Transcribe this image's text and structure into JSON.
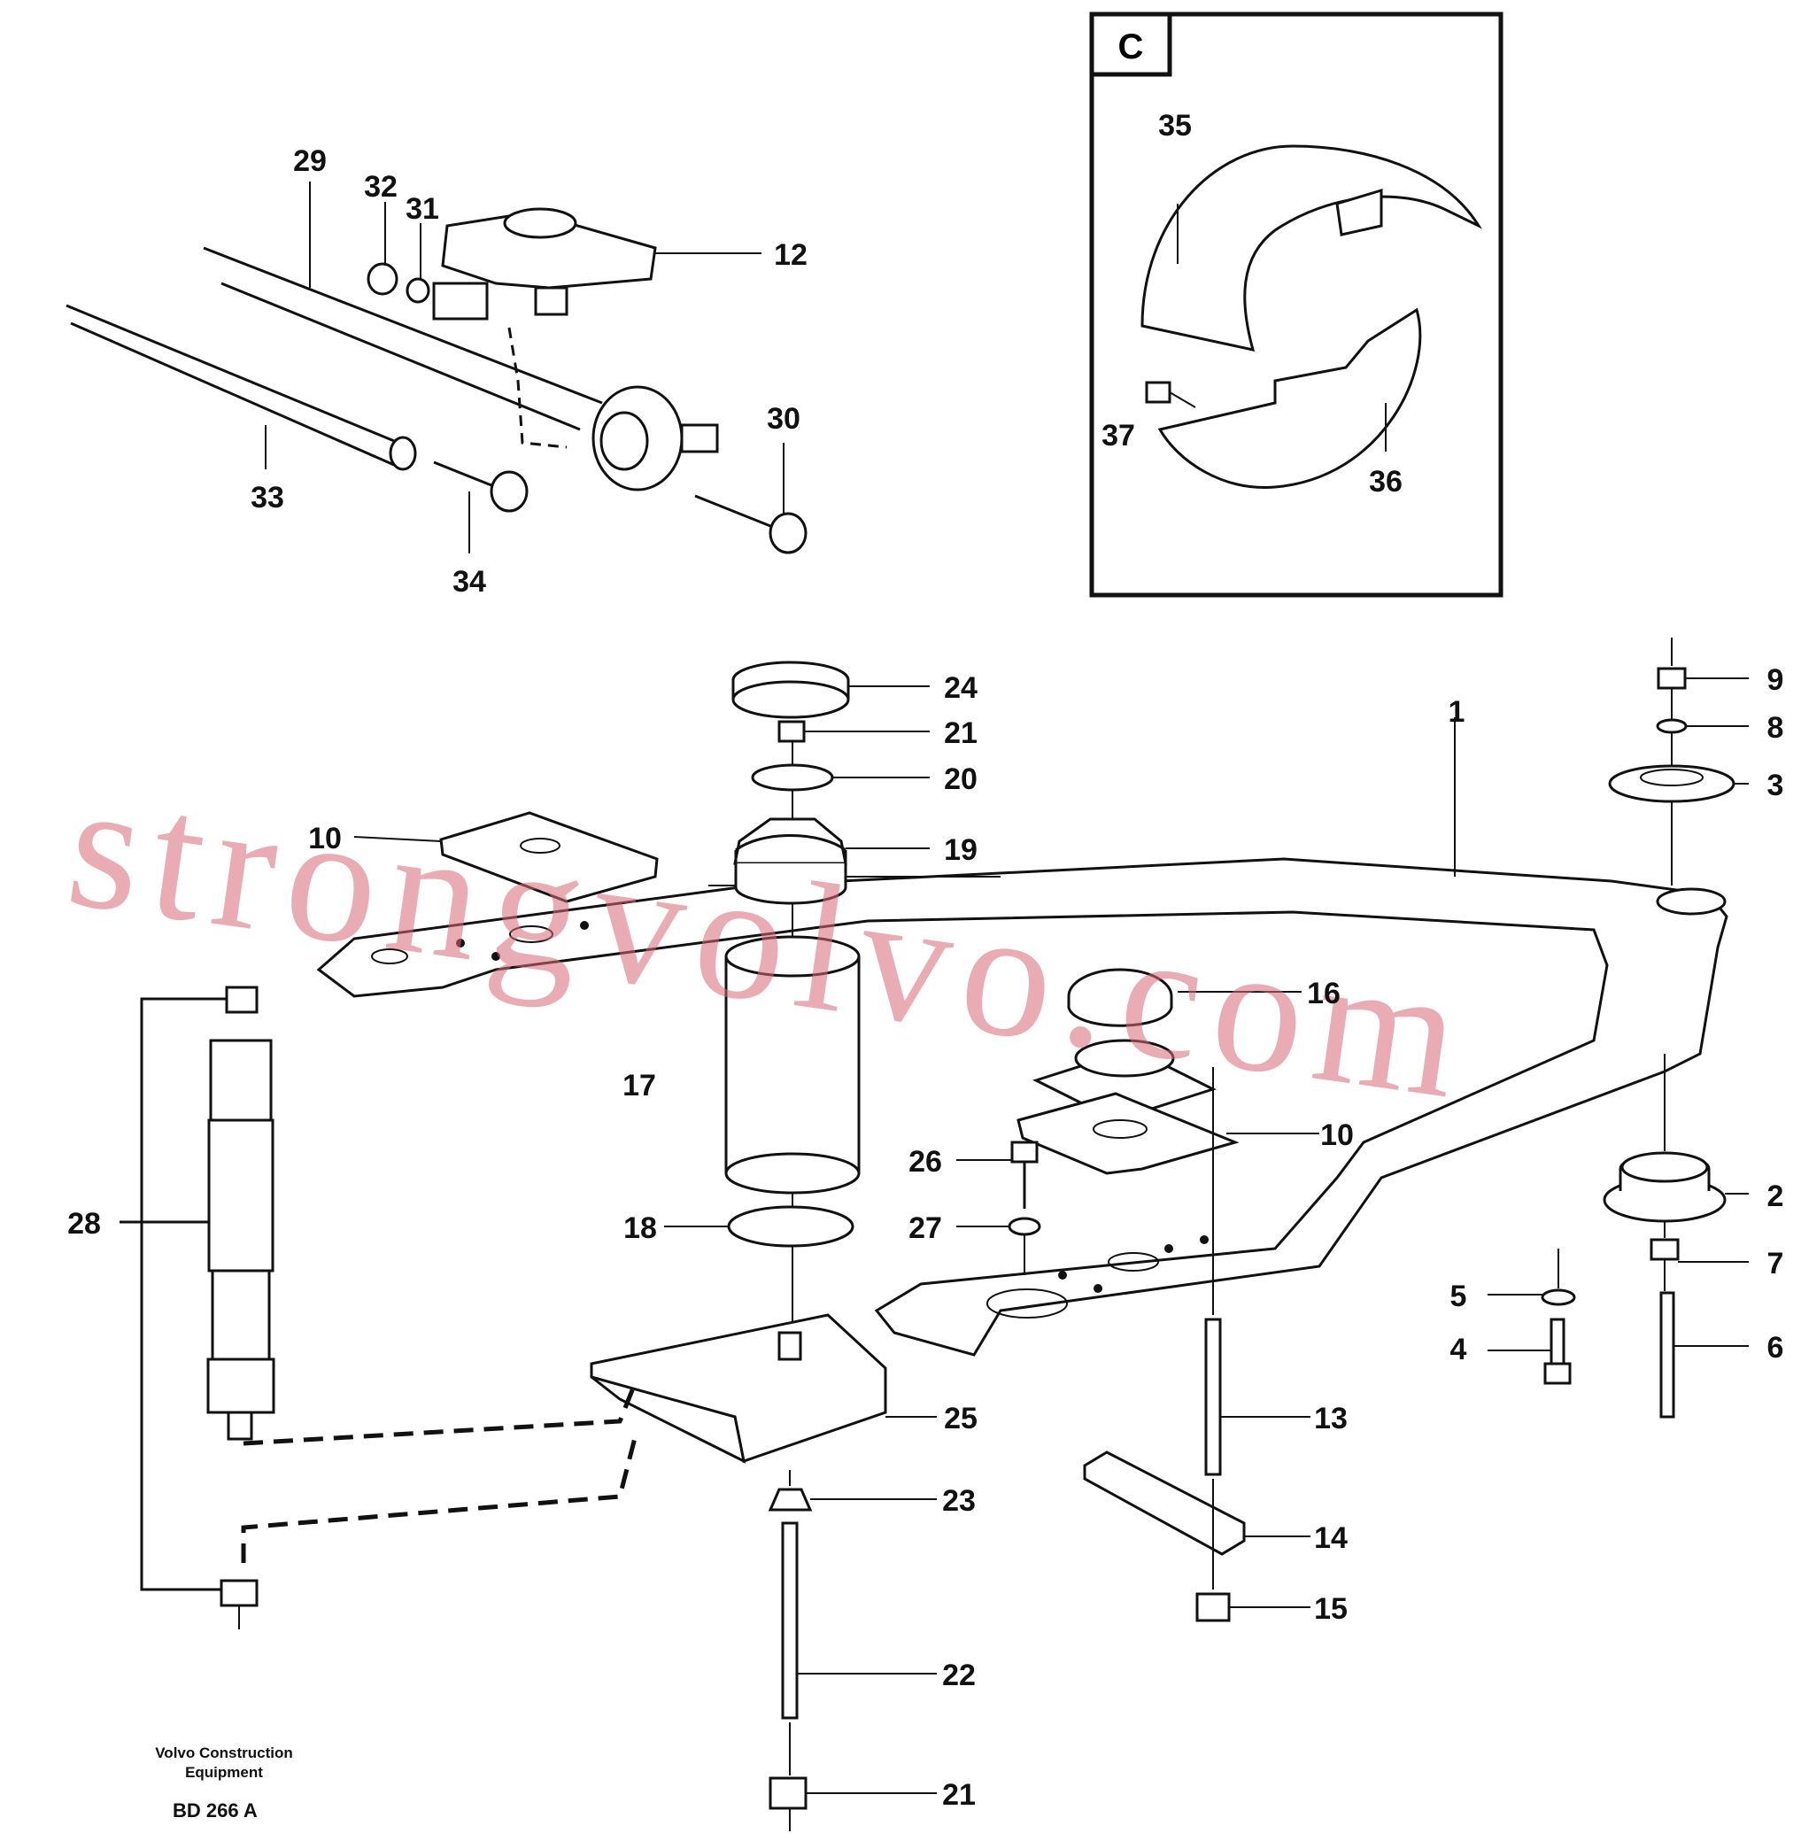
{
  "detail_box": {
    "label": "C"
  },
  "callouts": {
    "c1": "1",
    "c2": "2",
    "c3": "3",
    "c4": "4",
    "c5": "5",
    "c6": "6",
    "c7": "7",
    "c8": "8",
    "c9": "9",
    "c10a": "10",
    "c10b": "10",
    "c12": "12",
    "c13": "13",
    "c14": "14",
    "c15": "15",
    "c16": "16",
    "c17": "17",
    "c18": "18",
    "c19": "19",
    "c20": "20",
    "c21a": "21",
    "c21b": "21",
    "c22": "22",
    "c23": "23",
    "c24": "24",
    "c25": "25",
    "c26": "26",
    "c27": "27",
    "c28": "28",
    "c29": "29",
    "c30": "30",
    "c31": "31",
    "c32": "32",
    "c33": "33",
    "c34": "34",
    "c35": "35",
    "c36": "36",
    "c37": "37"
  },
  "watermark": "strongvolvo.com",
  "footer": {
    "line1": "Volvo Construction",
    "line2": "Equipment",
    "code": "BD 266 A"
  }
}
